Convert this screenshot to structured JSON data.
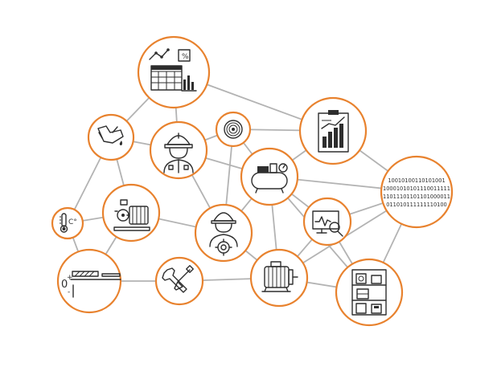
{
  "diagram": {
    "colors": {
      "accent": "#e8822e",
      "edge": "#b3b3b3",
      "icon": "#2e2e2e",
      "background": "#ffffff"
    },
    "binary_lines": [
      "10010100110101001",
      "10001010101110011111",
      "11011101101101000011",
      "011010111111110100"
    ],
    "temperature_label": "C°",
    "measure_labels": {
      "zero": "0",
      "plus": "+",
      "minus": "-"
    },
    "nodes": [
      {
        "id": "analytics-dashboard",
        "icon": "calendar-analytics-icon"
      },
      {
        "id": "oil-can",
        "icon": "oil-can-icon"
      },
      {
        "id": "worker",
        "icon": "worker-helmet-icon"
      },
      {
        "id": "sensor-dial",
        "icon": "dial-icon"
      },
      {
        "id": "report-chart",
        "icon": "report-chart-icon"
      },
      {
        "id": "air-compressor",
        "icon": "compressor-tank-icon"
      },
      {
        "id": "binary-data",
        "icon": "binary-data-icon"
      },
      {
        "id": "temperature",
        "icon": "thermometer-icon"
      },
      {
        "id": "pump",
        "icon": "pump-motor-icon"
      },
      {
        "id": "engineer",
        "icon": "engineer-gear-icon"
      },
      {
        "id": "monitor",
        "icon": "monitor-search-icon"
      },
      {
        "id": "measurement",
        "icon": "measurement-gauge-icon"
      },
      {
        "id": "tools",
        "icon": "wrench-screwdriver-icon"
      },
      {
        "id": "electric-motor",
        "icon": "electric-motor-icon"
      },
      {
        "id": "storage-rack",
        "icon": "storage-shelf-icon"
      }
    ]
  }
}
